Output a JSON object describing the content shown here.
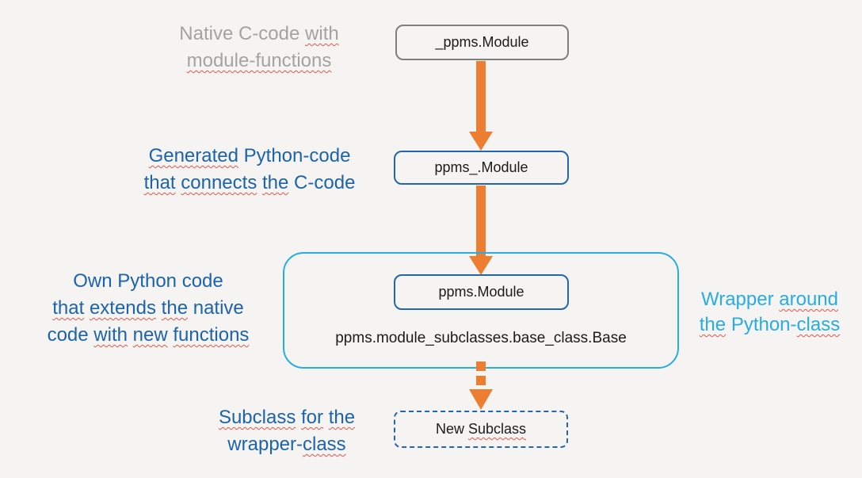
{
  "diagram": {
    "background": "#F5F4F2",
    "colors": {
      "arrow_orange": "#ED7D31",
      "gray_border": "#7F7F7F",
      "gray_text": "#A3A3A3",
      "blue_border": "#2465AE",
      "blue_text": "#1C63AC",
      "cyan_accent": "#29ACE3",
      "node_text": "#1B1B1B",
      "squiggle_red": "#E0564C"
    },
    "nodes": {
      "native_module": {
        "label": "_ppms.Module"
      },
      "generated_module": {
        "label": "ppms_.Module"
      },
      "wrapped_module": {
        "label": "ppms.Module"
      },
      "base_class_path": {
        "label": "ppms.module_subclasses.base_class.Base"
      },
      "new_subclass": {
        "words": [
          {
            "text": "New",
            "squiggle": false
          },
          {
            "text": "Subclass",
            "squiggle": true
          }
        ]
      }
    },
    "annotations": {
      "native": {
        "lines": [
          [
            {
              "text": "Native",
              "squiggle": false
            },
            {
              "text": "C-code",
              "squiggle": false
            },
            {
              "text": "with",
              "squiggle": true
            }
          ],
          [
            {
              "text": "module-functions",
              "squiggle": true
            }
          ]
        ]
      },
      "generated": {
        "lines": [
          [
            {
              "text": "Generated",
              "squiggle": true
            },
            {
              "text": "Python-code",
              "squiggle": false
            }
          ],
          [
            {
              "text": "that",
              "squiggle": true
            },
            {
              "text": "connects",
              "squiggle": true
            },
            {
              "text": "the",
              "squiggle": true
            },
            {
              "text": "C-code",
              "squiggle": false
            }
          ]
        ]
      },
      "own_code": {
        "lines": [
          [
            {
              "text": "Own",
              "squiggle": false
            },
            {
              "text": "Python",
              "squiggle": false
            },
            {
              "text": "code",
              "squiggle": false
            }
          ],
          [
            {
              "text": "that",
              "squiggle": true
            },
            {
              "text": "extends",
              "squiggle": true
            },
            {
              "text": "the",
              "squiggle": true
            },
            {
              "text": "native",
              "squiggle": false
            }
          ],
          [
            {
              "text": "code",
              "squiggle": false
            },
            {
              "text": "with",
              "squiggle": true
            },
            {
              "text": "new",
              "squiggle": true
            },
            {
              "text": "functions",
              "squiggle": true
            }
          ]
        ]
      },
      "wrapper": {
        "lines": [
          [
            {
              "text": "Wrapper",
              "squiggle": false
            },
            {
              "text": "around",
              "squiggle": true
            }
          ],
          [
            {
              "text": "the",
              "squiggle": true
            },
            {
              "text": "Python-",
              "squiggle": false,
              "glue": true
            },
            {
              "text": "class",
              "squiggle": true
            }
          ]
        ]
      },
      "subclass": {
        "lines": [
          [
            {
              "text": "Subclass",
              "squiggle": true
            },
            {
              "text": "for",
              "squiggle": true
            },
            {
              "text": "the",
              "squiggle": true
            }
          ],
          [
            {
              "text": "wrapper-",
              "squiggle": false,
              "glue": true
            },
            {
              "text": "class",
              "squiggle": true
            }
          ]
        ]
      }
    },
    "arrows": [
      {
        "name": "native-to-generated",
        "style": "solid"
      },
      {
        "name": "generated-to-wrapped",
        "style": "solid"
      },
      {
        "name": "wrapped-to-subclass",
        "style": "dashed"
      }
    ]
  }
}
